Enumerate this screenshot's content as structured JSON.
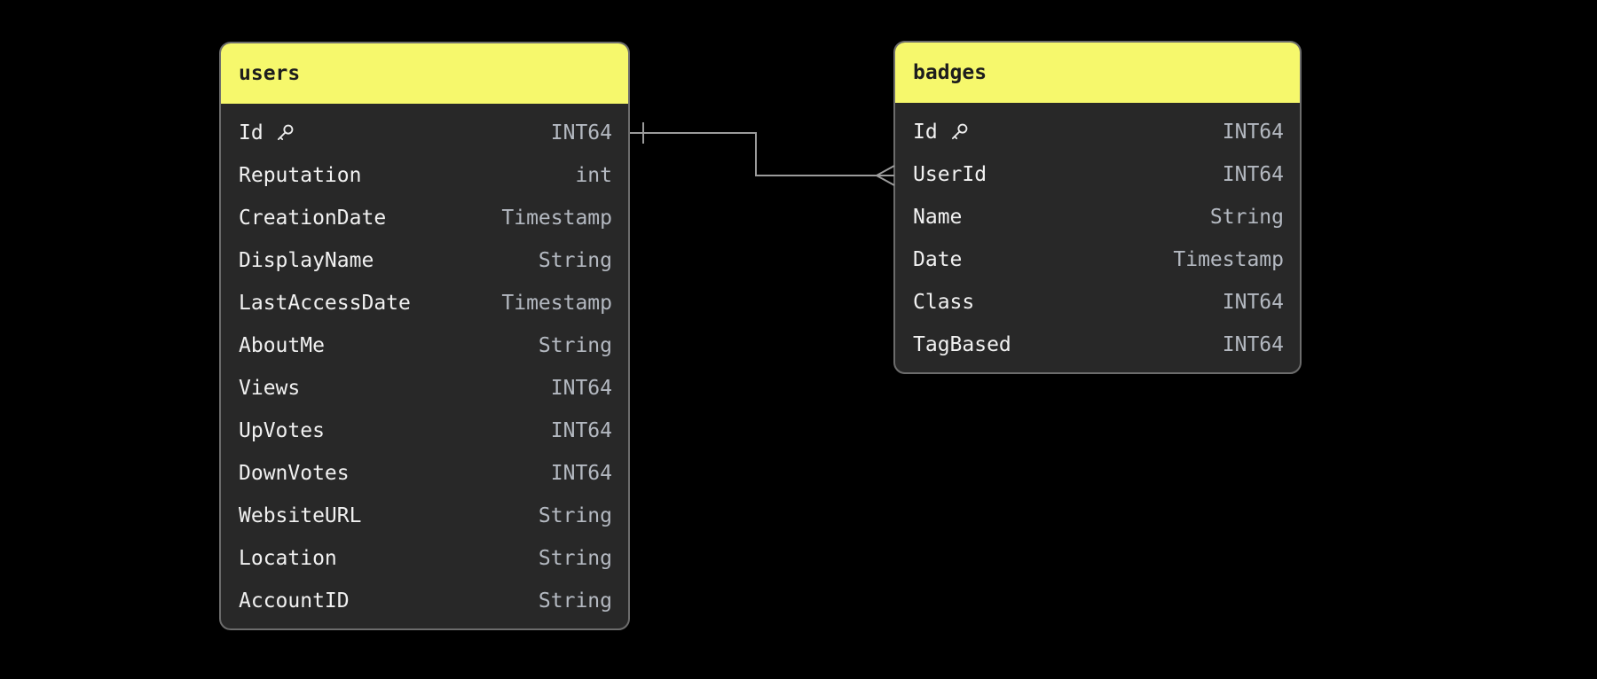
{
  "diagram": {
    "background_color": "#000000",
    "header_color": "#f6f86c",
    "card_body_color": "#282828",
    "card_border_color": "#6c6c6c",
    "line_color": "#9b9b9b",
    "field_text_color": "#f1f1f1",
    "type_text_color": "#b4b9c1",
    "title_text_color": "#1d1d1d",
    "tables": [
      {
        "id": "users",
        "title": "users",
        "fields": [
          {
            "name": "Id",
            "type": "INT64",
            "pk": true
          },
          {
            "name": "Reputation",
            "type": "int",
            "pk": false
          },
          {
            "name": "CreationDate",
            "type": "Timestamp",
            "pk": false
          },
          {
            "name": "DisplayName",
            "type": "String",
            "pk": false
          },
          {
            "name": "LastAccessDate",
            "type": "Timestamp",
            "pk": false
          },
          {
            "name": "AboutMe",
            "type": "String",
            "pk": false
          },
          {
            "name": "Views",
            "type": "INT64",
            "pk": false
          },
          {
            "name": "UpVotes",
            "type": "INT64",
            "pk": false
          },
          {
            "name": "DownVotes",
            "type": "INT64",
            "pk": false
          },
          {
            "name": "WebsiteURL",
            "type": "String",
            "pk": false
          },
          {
            "name": "Location",
            "type": "String",
            "pk": false
          },
          {
            "name": "AccountID",
            "type": "String",
            "pk": false
          }
        ]
      },
      {
        "id": "badges",
        "title": "badges",
        "fields": [
          {
            "name": "Id",
            "type": "INT64",
            "pk": true
          },
          {
            "name": "UserId",
            "type": "INT64",
            "pk": false
          },
          {
            "name": "Name",
            "type": "String",
            "pk": false
          },
          {
            "name": "Date",
            "type": "Timestamp",
            "pk": false
          },
          {
            "name": "Class",
            "type": "INT64",
            "pk": false
          },
          {
            "name": "TagBased",
            "type": "INT64",
            "pk": false
          }
        ]
      }
    ],
    "relationship": {
      "from_table": "users",
      "from_field": "Id",
      "from_cardinality": "one",
      "to_table": "badges",
      "to_field": "UserId",
      "to_cardinality": "many"
    }
  }
}
